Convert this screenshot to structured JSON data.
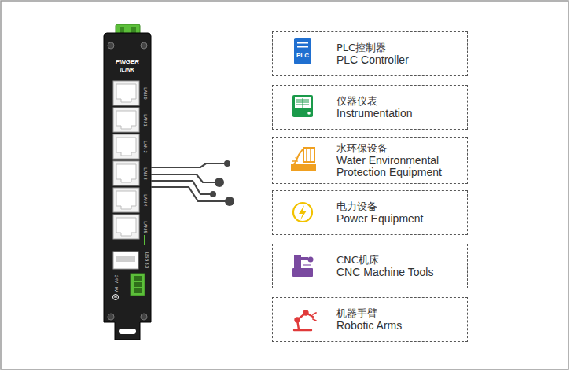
{
  "diagram": {
    "nodes": [
      {
        "text": [
          "PLC控制器",
          "PLC Controller"
        ]
      },
      {
        "text": [
          "仪器仪表",
          "Instrumentation"
        ]
      },
      {
        "text": [
          "水环保设备",
          "Water Environmental Protection Equipment"
        ]
      },
      {
        "text": [
          "电力设备",
          "Power Equipment"
        ]
      },
      {
        "text": [
          "CNC机床",
          "CNC Machine Tools"
        ]
      },
      {
        "text": [
          "机器手臂",
          "Robotic Arms"
        ]
      }
    ],
    "labels": [
      "FINGER",
      "iLINK",
      "LAN 0",
      "LAN 1",
      "LAN 2",
      "LAN 3",
      "LAN 4",
      "LAN 5",
      "USB 3.0",
      "24V",
      "0V",
      "PLC"
    ]
  }
}
